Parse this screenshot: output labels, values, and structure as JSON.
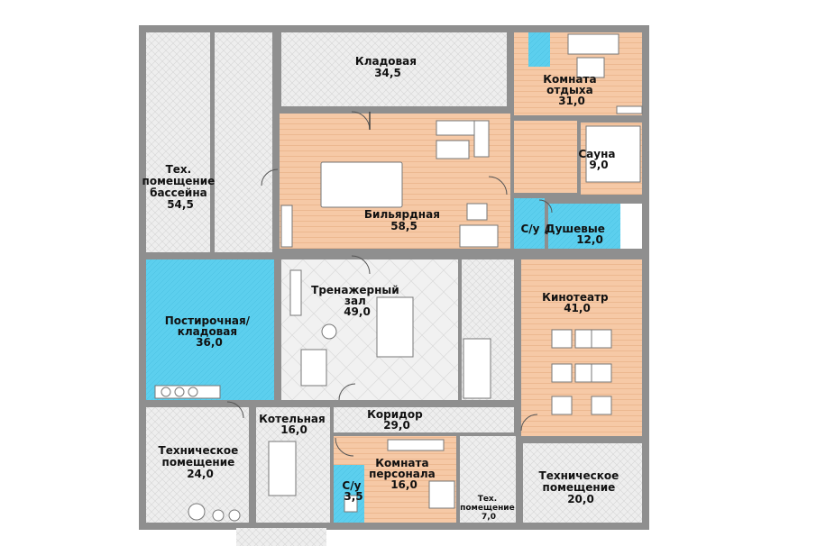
{
  "rooms": {
    "storage_top": {
      "line1": "Кладовая",
      "area": "34,5"
    },
    "rest_room": {
      "line1": "Комната",
      "line2": "отдыха",
      "area": "31,0"
    },
    "pool_tech": {
      "line1": "Тех.",
      "line2": "помещение",
      "line3": "бассейна",
      "area": "54,5"
    },
    "sauna": {
      "line1": "Сауна",
      "area": "9,0"
    },
    "billiard": {
      "line1": "Бильярдная",
      "area": "58,5"
    },
    "wc_top": {
      "line1": "С/у",
      "area": ""
    },
    "showers": {
      "line1": "Душевые",
      "area": "12,0"
    },
    "wc_sep": {
      "line1": "/",
      "area": ""
    },
    "laundry": {
      "line1": "Постирочная/",
      "line2": "кладовая",
      "area": "36,0"
    },
    "gym": {
      "line1": "Тренажерный",
      "line2": "зал",
      "area": "49,0"
    },
    "cinema": {
      "line1": "Кинотеатр",
      "area": "41,0"
    },
    "corridor": {
      "line1": "Коридор",
      "area": "29,0"
    },
    "boiler": {
      "line1": "Котельная",
      "area": "16,0"
    },
    "tech_left": {
      "line1": "Техническое",
      "line2": "помещение",
      "area": "24,0"
    },
    "staff": {
      "line1": "Комната",
      "line2": "персонала",
      "area": "16,0"
    },
    "wc_bottom": {
      "line1": "С/у",
      "area": "3,5"
    },
    "tech_small": {
      "line1": "Тех.",
      "line2": "помещение",
      "area": "7,0"
    },
    "tech_right": {
      "line1": "Техническое",
      "line2": "помещение",
      "area": "20,0"
    }
  },
  "colors": {
    "wood": "#f6c9a6",
    "tile": "#5ccfee",
    "concrete": "#ededed",
    "wall": "#8f8f8f"
  }
}
